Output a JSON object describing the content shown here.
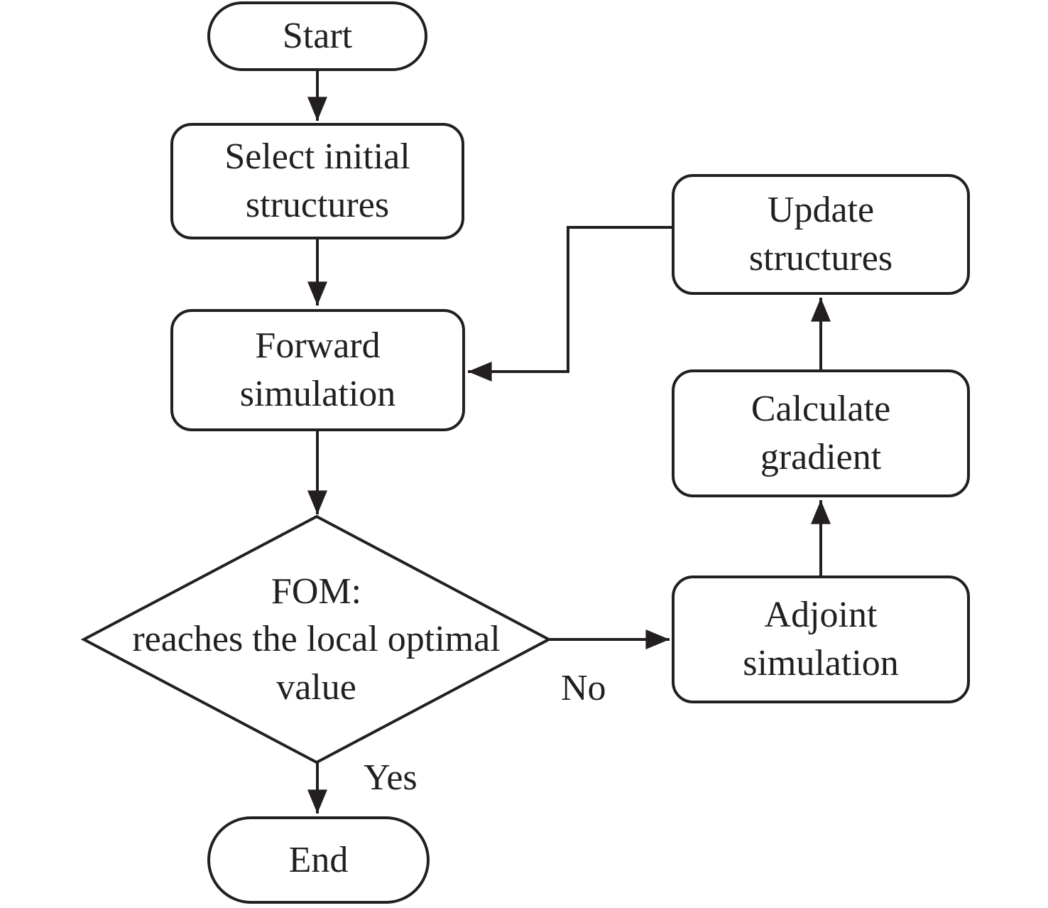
{
  "style": {
    "stroke_color": "#231f20",
    "node_fill": "#ffffff",
    "text_color": "#231f20",
    "background": "#ffffff"
  },
  "nodes": {
    "start": {
      "type": "terminator",
      "label": "Start"
    },
    "select_initial": {
      "type": "process",
      "lines": [
        "Select initial",
        "structures"
      ]
    },
    "forward_simulation": {
      "type": "process",
      "lines": [
        "Forward",
        "simulation"
      ]
    },
    "fom_decision": {
      "type": "decision",
      "lines": [
        "FOM:",
        "reaches the local optimal",
        "value"
      ]
    },
    "adjoint_simulation": {
      "type": "process",
      "lines": [
        "Adjoint",
        "simulation"
      ]
    },
    "calculate_gradient": {
      "type": "process",
      "lines": [
        "Calculate",
        "gradient"
      ]
    },
    "update_structures": {
      "type": "process",
      "lines": [
        "Update",
        "structures"
      ]
    },
    "end": {
      "type": "terminator",
      "label": "End"
    }
  },
  "edge_labels": {
    "no": "No",
    "yes": "Yes"
  },
  "edges": [
    {
      "from": "start",
      "to": "select_initial",
      "label": ""
    },
    {
      "from": "select_initial",
      "to": "forward_simulation",
      "label": ""
    },
    {
      "from": "forward_simulation",
      "to": "fom_decision",
      "label": ""
    },
    {
      "from": "fom_decision",
      "to": "adjoint_simulation",
      "label": "No"
    },
    {
      "from": "adjoint_simulation",
      "to": "calculate_gradient",
      "label": ""
    },
    {
      "from": "calculate_gradient",
      "to": "update_structures",
      "label": ""
    },
    {
      "from": "update_structures",
      "to": "forward_simulation",
      "label": ""
    },
    {
      "from": "fom_decision",
      "to": "end",
      "label": "Yes"
    }
  ]
}
